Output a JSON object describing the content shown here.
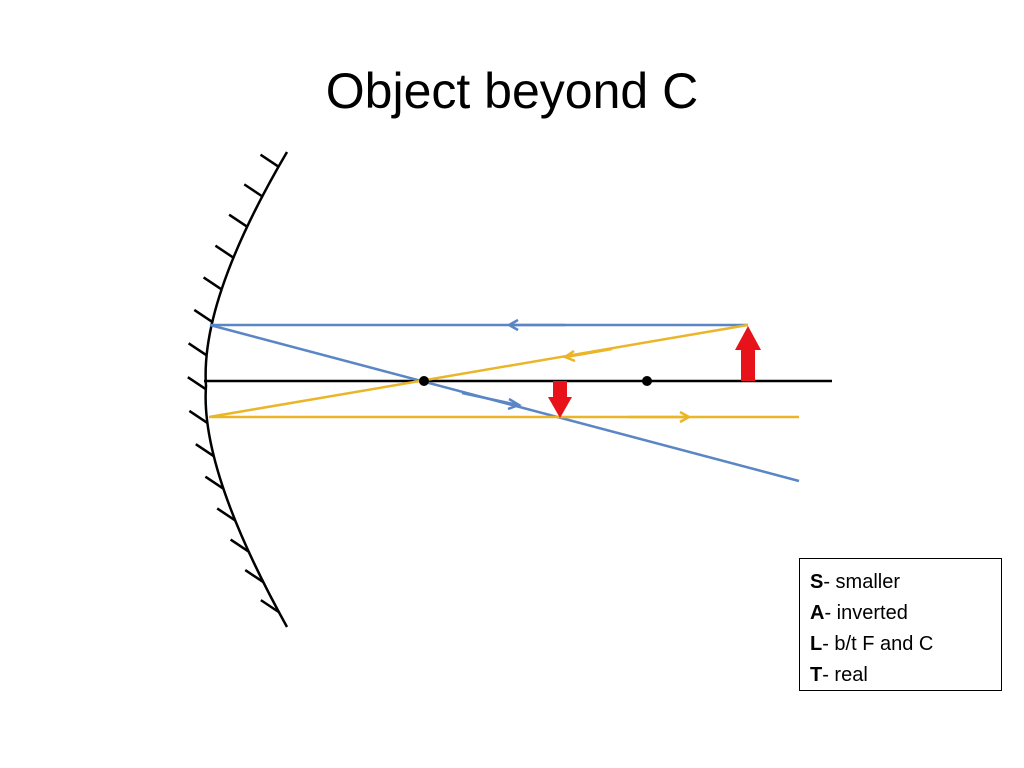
{
  "slide": {
    "title": "Object beyond C"
  },
  "colors": {
    "blue_ray": "#5b86c5",
    "yellow_ray": "#eab528",
    "arrow": "#e8121b",
    "axis": "#000000"
  },
  "diagram": {
    "mirror": "concave mirror",
    "points": [
      "focal point F",
      "center of curvature C"
    ],
    "object": "upright red arrow beyond C",
    "image": "inverted red arrow between F and C"
  },
  "salt": [
    {
      "letter": "S",
      "text": "- smaller"
    },
    {
      "letter": "A",
      "text": "- inverted"
    },
    {
      "letter": "L",
      "text": "- b/t F and C"
    },
    {
      "letter": "T",
      "text": "- real"
    }
  ]
}
